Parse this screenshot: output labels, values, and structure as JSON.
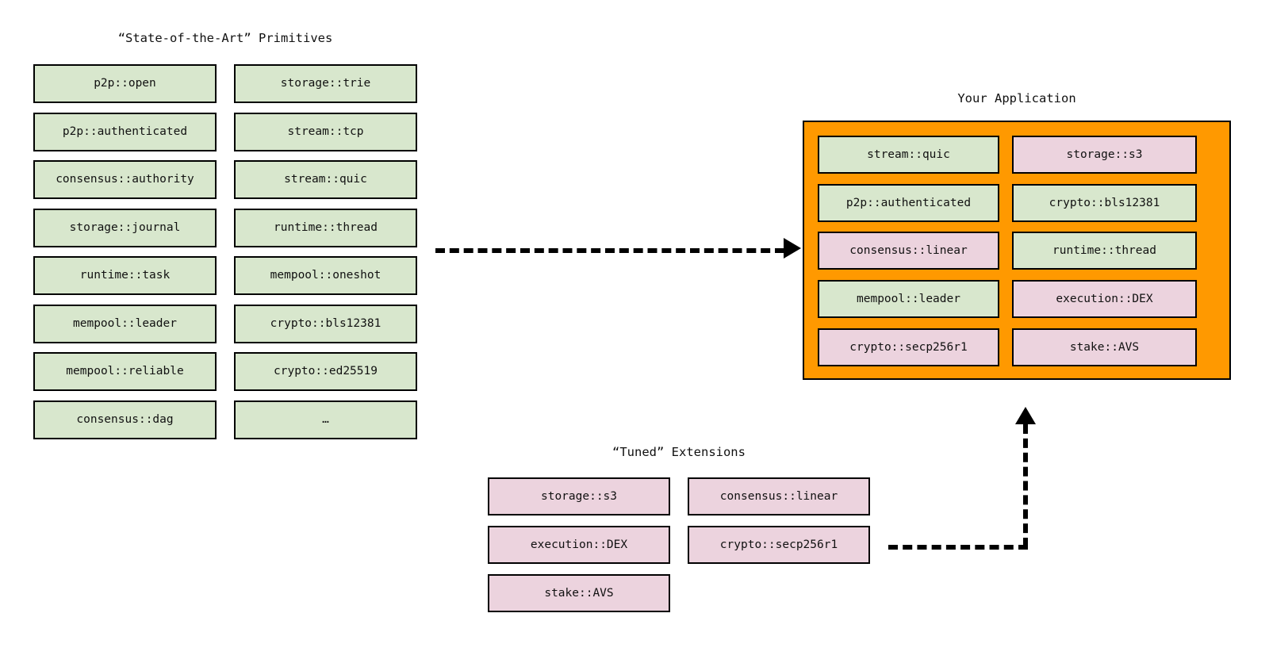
{
  "diagram": {
    "primitives": {
      "title": "“State-of-the-Art” Primitives",
      "column_a": [
        "p2p::open",
        "p2p::authenticated",
        "consensus::authority",
        "storage::journal",
        "runtime::task",
        "mempool::leader",
        "mempool::reliable",
        "consensus::dag"
      ],
      "column_b": [
        "storage::trie",
        "stream::tcp",
        "stream::quic",
        "runtime::thread",
        "mempool::oneshot",
        "crypto::bls12381",
        "crypto::ed25519",
        "…"
      ]
    },
    "application": {
      "title": "Your Application",
      "column_a": [
        {
          "label": "stream::quic",
          "kind": "green"
        },
        {
          "label": "p2p::authenticated",
          "kind": "green"
        },
        {
          "label": "consensus::linear",
          "kind": "pink"
        },
        {
          "label": "mempool::leader",
          "kind": "green"
        },
        {
          "label": "crypto::secp256r1",
          "kind": "pink"
        }
      ],
      "column_b": [
        {
          "label": "storage::s3",
          "kind": "pink"
        },
        {
          "label": "crypto::bls12381",
          "kind": "green"
        },
        {
          "label": "runtime::thread",
          "kind": "green"
        },
        {
          "label": "execution::DEX",
          "kind": "pink"
        },
        {
          "label": "stake::AVS",
          "kind": "pink"
        }
      ]
    },
    "extensions": {
      "title": "“Tuned” Extensions",
      "column_a": [
        "storage::s3",
        "execution::DEX",
        "stake::AVS"
      ],
      "column_b": [
        "consensus::linear",
        "crypto::secp256r1"
      ]
    },
    "arrows": [
      {
        "name": "primitives-to-application",
        "style": "dashed",
        "direction": "right"
      },
      {
        "name": "extensions-to-application",
        "style": "dashed",
        "direction": "up"
      }
    ],
    "colors": {
      "primitive_fill": "#d8e7cd",
      "extension_fill": "#ecd3de",
      "application_panel": "#ff9900",
      "border": "#000000"
    }
  }
}
